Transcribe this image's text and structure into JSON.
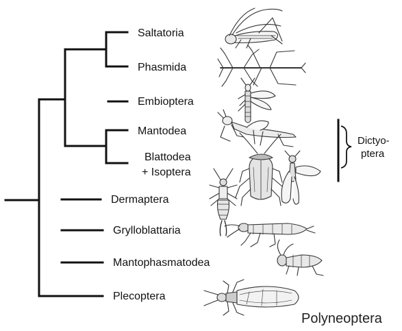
{
  "taxa": {
    "saltatoria": "Saltatoria",
    "phasmida": "Phasmida",
    "embioptera": "Embioptera",
    "mantodea": "Mantodea",
    "blattodea_line1": "Blattodea",
    "blattodea_line2": "+ Isoptera",
    "dermaptera": "Dermaptera",
    "grylloblattaria": "Grylloblattaria",
    "mantophasmatodea": "Mantophasmatodea",
    "plecoptera": "Plecoptera"
  },
  "clade_bracket": {
    "line1": "Dictyo-",
    "line2": "ptera"
  },
  "group_label": "Polyneoptera",
  "icons": [
    "grasshopper-icon",
    "stick-insect-icon",
    "webspinner-icon",
    "mantis-icon",
    "cockroach-icon",
    "termite-icon",
    "earwig-icon",
    "ice-crawler-icon",
    "gladiator-icon",
    "stonefly-icon"
  ],
  "colors": {
    "line": "#111111",
    "text": "#111111",
    "drawing": "#333333"
  }
}
